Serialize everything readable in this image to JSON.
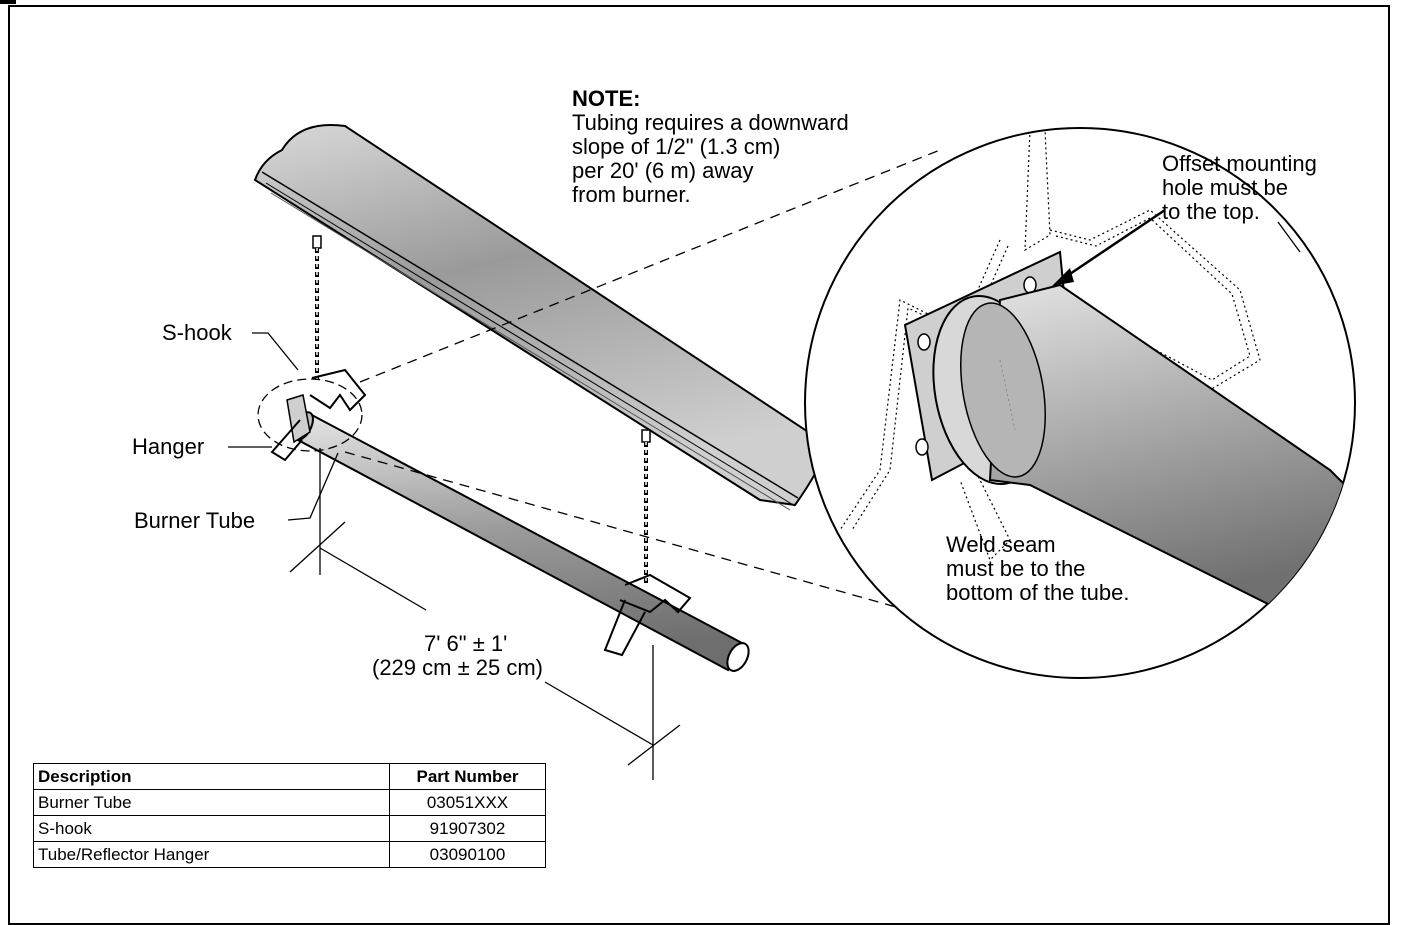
{
  "note": {
    "title": "NOTE:",
    "lines": [
      "Tubing requires a downward",
      "slope of 1/2\" (1.3 cm)",
      "per 20' (6 m) away",
      "from burner."
    ]
  },
  "labels": {
    "s_hook": "S-hook",
    "hanger": "Hanger",
    "burner_tube": "Burner Tube",
    "dimension_line1": "7' 6\" ± 1'",
    "dimension_line2": "(229 cm ± 25 cm)"
  },
  "detail": {
    "offset_lines": [
      "Offset mounting",
      "hole must be",
      "to the top."
    ],
    "weld_lines": [
      "Weld seam",
      "must be to the",
      "bottom of the tube."
    ]
  },
  "table": {
    "headers": [
      "Description",
      "Part Number"
    ],
    "rows": [
      {
        "description": "Burner Tube",
        "part_number": "03051XXX"
      },
      {
        "description": "S-hook",
        "part_number": "91907302"
      },
      {
        "description": "Tube/Reflector Hanger",
        "part_number": "03090100"
      }
    ]
  }
}
